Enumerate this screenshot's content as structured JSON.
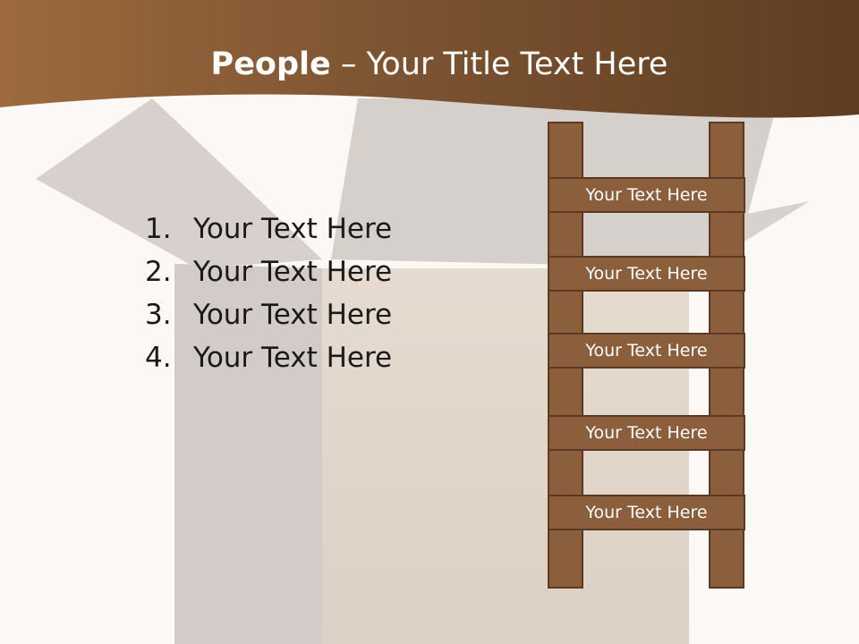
{
  "title": {
    "bold": "People",
    "dash": " – ",
    "rest": "Your Title Text Here"
  },
  "list": [
    {
      "num": "1.",
      "text": "Your Text Here"
    },
    {
      "num": "2.",
      "text": "Your Text Here"
    },
    {
      "num": "3.",
      "text": "Your Text Here"
    },
    {
      "num": "4.",
      "text": "Your Text Here"
    }
  ],
  "ladder": {
    "rungs": [
      {
        "label": "Your Text Here"
      },
      {
        "label": "Your Text Here"
      },
      {
        "label": "Your Text Here"
      },
      {
        "label": "Your Text Here"
      },
      {
        "label": "Your Text Here"
      }
    ]
  },
  "colors": {
    "header_brown": "#7a5230",
    "wood": "#8b5e3c",
    "wood_edge": "#5c3a22",
    "background": "#fbf8f5"
  }
}
